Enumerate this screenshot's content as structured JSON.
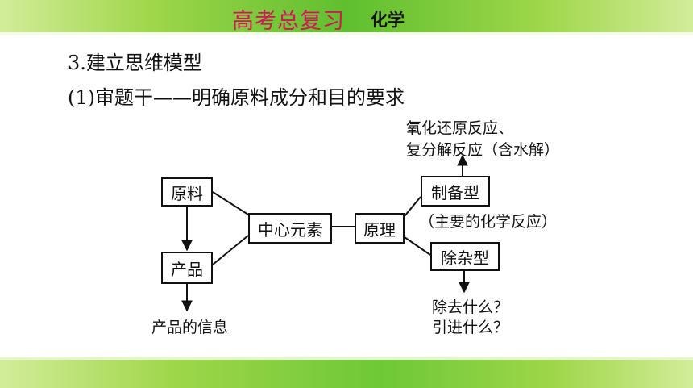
{
  "banner": {
    "title": "高考总复习",
    "subject": "化学"
  },
  "headings": {
    "section": "3.建立思维模型",
    "step": "(1)审题干——明确原料成分和目的要求"
  },
  "diagram": {
    "raw_material": "原料",
    "product": "产品",
    "product_info": "产品的信息",
    "central_element": "中心元素",
    "principle": "原理",
    "preparation_type": "制备型",
    "preparation_note": "（主要的化学反应）",
    "redox_line1": "氧化还原反应、",
    "redox_line2": "复分解反应（含水解）",
    "impurity_removal_type": "除杂型",
    "question_remove": "除去什么？",
    "question_introduce": "引进什么？"
  }
}
